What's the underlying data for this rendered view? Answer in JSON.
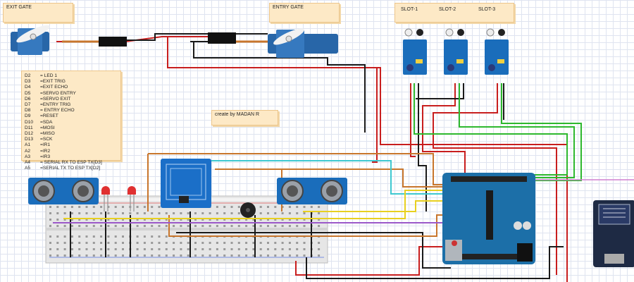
{
  "notes": {
    "exit_gate": "EXIT GATE",
    "entry_gate": "ENTRY GATE",
    "credit": "create by MADAN R",
    "slots": [
      "SLOT-1",
      "SLOT-2",
      "SLOT-3"
    ]
  },
  "pin_map": [
    {
      "pin": "D2",
      "func": "= LED 1"
    },
    {
      "pin": "D3",
      "func": "=EXIT TRIG"
    },
    {
      "pin": "D4",
      "func": "=EXIT ECHO"
    },
    {
      "pin": "D5",
      "func": "=SERVO ENTRY"
    },
    {
      "pin": "D6",
      "func": "=SERVO EXIT"
    },
    {
      "pin": "D7",
      "func": "=ENTRY TRIG"
    },
    {
      "pin": "D8",
      "func": "= ENTRY ECHO"
    },
    {
      "pin": "D9",
      "func": "=RESET"
    },
    {
      "pin": "D10",
      "func": "=SDA"
    },
    {
      "pin": "D11",
      "func": "=MOSI"
    },
    {
      "pin": "D12",
      "func": "=MISO"
    },
    {
      "pin": "D13",
      "func": "=SCK"
    },
    {
      "pin": "A1",
      "func": "=IR1"
    },
    {
      "pin": "A2",
      "func": "=IR2"
    },
    {
      "pin": "A3",
      "func": "=IR3"
    },
    {
      "pin": "A4",
      "func": "= SERIAL RX TO ESP TX[D3]"
    },
    {
      "pin": "A5",
      "func": "=SERIAL TX TO ESP TX[D2]"
    }
  ],
  "components": {
    "servo": "servo-motor",
    "ultrasonic": "hc-sr04-ultrasonic-sensor",
    "ir": "ir-obstacle-sensor",
    "rfid": "rc522-rfid-reader",
    "arduino": "arduino-uno",
    "esp": "nodemcu-esp8266",
    "led": "red-led",
    "buzzer": "buzzer",
    "breadboard": "breadboard"
  },
  "colors": {
    "note_bg": "#fde9c6",
    "board": "#1c6fa8",
    "sensor": "#1a6dbb",
    "wire_red": "#c81e1e",
    "wire_black": "#1a1a1a",
    "wire_green": "#2eb82e",
    "wire_orange": "#c8762c",
    "wire_cyan": "#3ec8d0",
    "wire_yellow": "#e8d020",
    "wire_purple": "#9b59c9"
  }
}
